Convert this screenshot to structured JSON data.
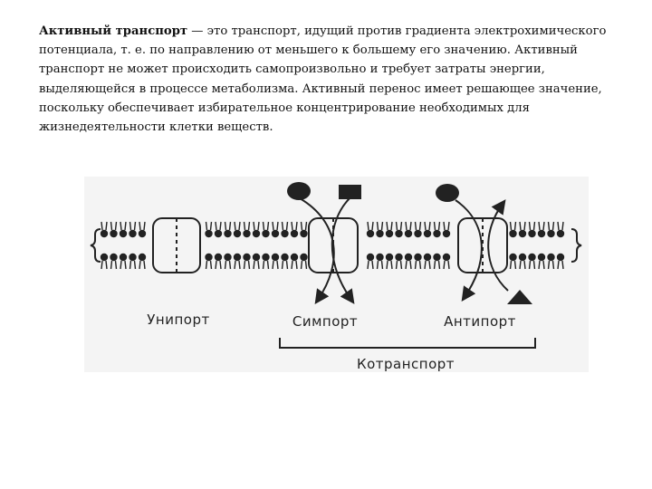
{
  "text": {
    "term": "Активный транспорт",
    "body": " — это транспорт, идущий против градиента электрохимического потенциала, т. е. по направлению от меньшего к большему его значению. Активный транспорт не может происходить самопроизвольно и требует затраты энергии, выделяющейся в процессе метаболизма. Активный перенос имеет решающее значение, поскольку обеспечивает избирательное концентрирование необходимых для жизнедеятельности клетки веществ."
  },
  "figure": {
    "labels": {
      "uniport": "Унипорт",
      "symport": "Симпорт",
      "antiport": "Антипорт",
      "cotransport": "Котранспорт"
    }
  }
}
